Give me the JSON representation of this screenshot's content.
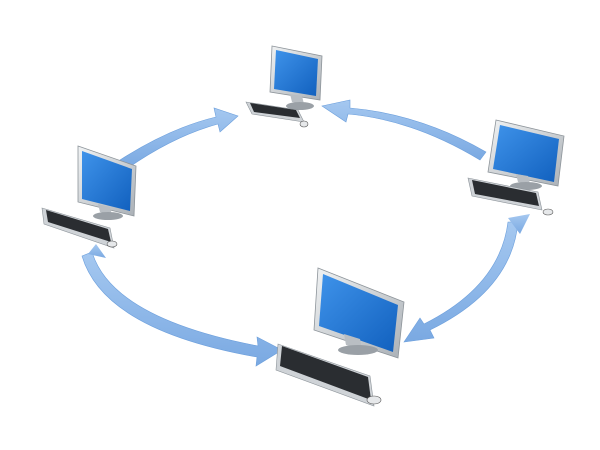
{
  "diagram": {
    "type": "ring-network",
    "nodes": [
      {
        "id": "top",
        "device": "desktop-computer-icon"
      },
      {
        "id": "right",
        "device": "desktop-computer-icon"
      },
      {
        "id": "bottom",
        "device": "desktop-computer-icon"
      },
      {
        "id": "left",
        "device": "desktop-computer-icon"
      }
    ],
    "links": [
      {
        "from": "left",
        "to": "top"
      },
      {
        "from": "right",
        "to": "top"
      },
      {
        "from": "right",
        "to": "bottom"
      },
      {
        "from": "left",
        "to": "bottom"
      }
    ]
  },
  "colors": {
    "background": "#ffffff",
    "arrow": "#8db8ea",
    "arrow_edge": "#6c9fdc",
    "screen": "#1f78d8",
    "screen_dark": "#0f55a8",
    "bezel": "#d7dadd",
    "bezel_dark": "#9aa0a6",
    "keyboard": "#2a2d31",
    "keyboard_frame": "#cfd3d7"
  }
}
